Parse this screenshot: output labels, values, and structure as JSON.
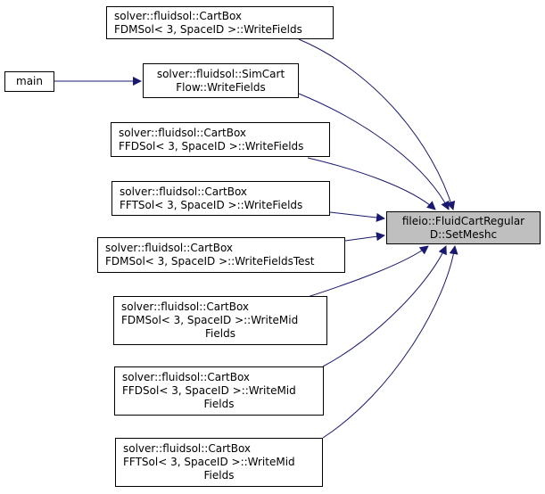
{
  "colors": {
    "edge": "#191970",
    "focus_fill": "#bfbfbf",
    "node_fill": "#ffffff",
    "border": "#000000"
  },
  "nodes": {
    "target": {
      "lines": [
        "fileio::FluidCartRegular",
        "D::SetMeshc"
      ]
    },
    "main": {
      "lines": [
        "main"
      ]
    },
    "simcart": {
      "lines": [
        "solver::fluidsol::SimCart",
        "Flow::WriteFields"
      ]
    },
    "n1": {
      "lines": [
        "solver::fluidsol::CartBox",
        "FDMSol< 3, SpaceID >::WriteFields"
      ]
    },
    "n2": {
      "lines": [
        "solver::fluidsol::CartBox",
        "FFDSol< 3, SpaceID >::WriteFields"
      ]
    },
    "n3": {
      "lines": [
        "solver::fluidsol::CartBox",
        "FFTSol< 3, SpaceID >::WriteFields"
      ]
    },
    "n4": {
      "lines": [
        "solver::fluidsol::CartBox",
        "FDMSol< 3, SpaceID >::WriteFieldsTest"
      ]
    },
    "n5": {
      "lines": [
        "solver::fluidsol::CartBox",
        "FDMSol< 3, SpaceID >::WriteMid",
        "Fields"
      ]
    },
    "n6": {
      "lines": [
        "solver::fluidsol::CartBox",
        "FFDSol< 3, SpaceID >::WriteMid",
        "Fields"
      ]
    },
    "n7": {
      "lines": [
        "solver::fluidsol::CartBox",
        "FFTSol< 3, SpaceID >::WriteMid",
        "Fields"
      ]
    }
  }
}
